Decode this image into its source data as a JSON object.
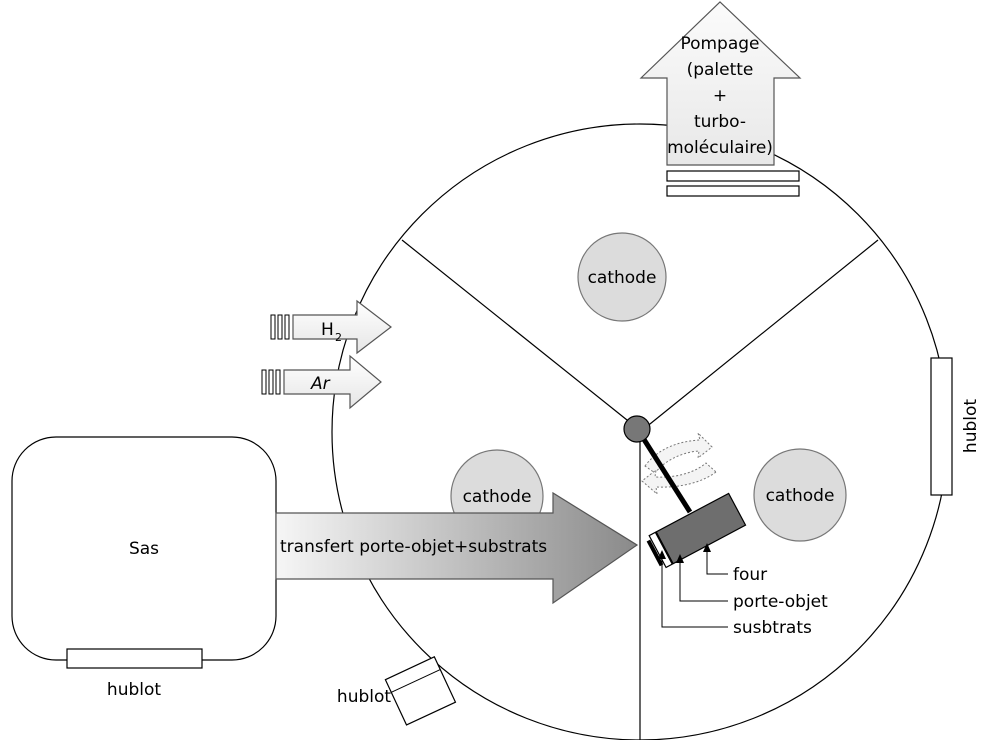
{
  "labels": {
    "pompage": [
      "Pompage",
      "(palette",
      "+",
      "turbo-",
      "moléculaire)"
    ],
    "cathode_top": "cathode",
    "cathode_left": "cathode",
    "cathode_right": "cathode",
    "gas_h2": "H",
    "gas_h2_sub": "2",
    "gas_ar": "Ar",
    "sas": "Sas",
    "transfer": "transfert porte-objet+substrats",
    "hublot_sas": "hublot",
    "hublot_bottom": "hublot",
    "hublot_right": "hublot",
    "four": "four",
    "porte_objet": "porte-objet",
    "substrats": "susbtrats"
  },
  "colors": {
    "cathode_fill": "#dcdcdc",
    "four_fill": "#6e6e6e",
    "pivot_fill": "#777777",
    "transfer_gradient_start": "#f4f4f4",
    "transfer_gradient_end": "#8c8c8c",
    "line": "#000000"
  }
}
